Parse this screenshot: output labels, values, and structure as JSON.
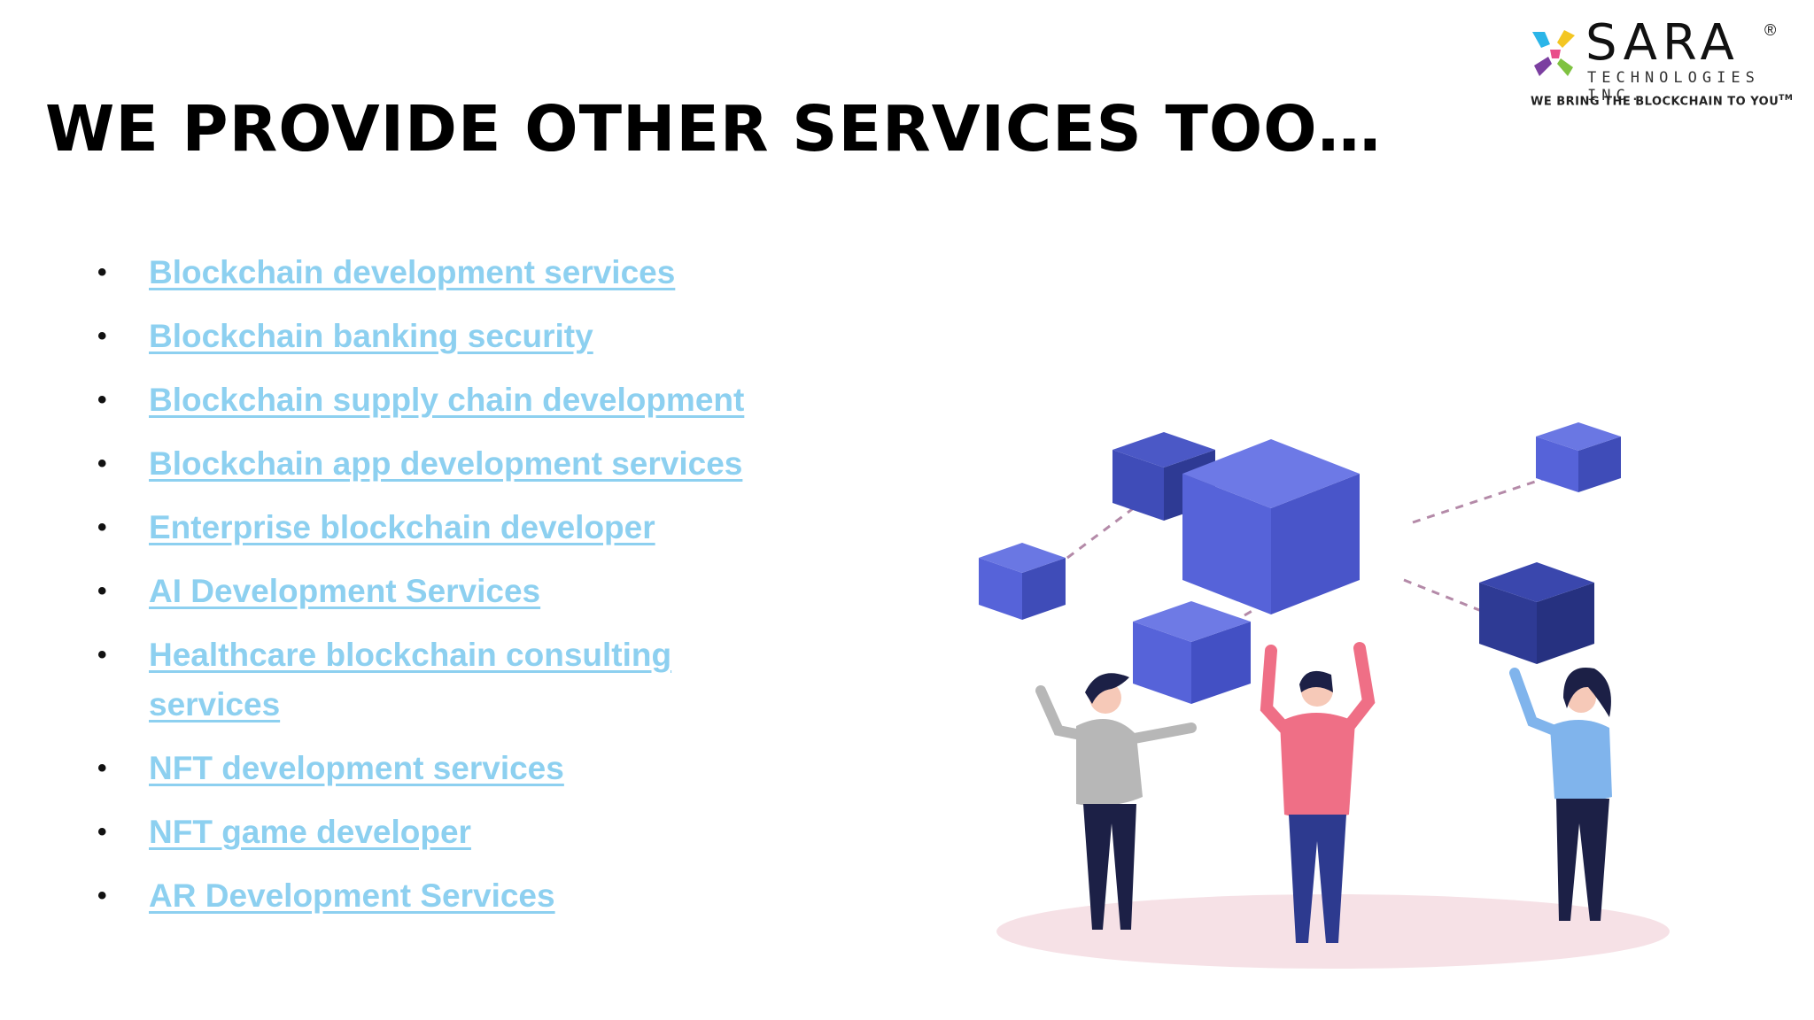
{
  "slide": {
    "title": "WE PROVIDE OTHER SERVICES TOO…"
  },
  "logo": {
    "name": "SARA",
    "registered": "®",
    "subtitle": "TECHNOLOGIES INC.",
    "tagline": "WE BRING THE BLOCKCHAIN TO YOU",
    "tagline_mark": "TM",
    "mark_colors": [
      "#e94e8a",
      "#2bb5e8",
      "#f3c623",
      "#7fc241",
      "#7b3fa0"
    ]
  },
  "services": [
    "Blockchain development services",
    "Blockchain banking security",
    "Blockchain supply chain development",
    "Blockchain app development services",
    "Enterprise blockchain developer",
    "AI Development Services",
    "Healthcare blockchain consulting services",
    "NFT development services",
    "NFT game developer",
    "AR Development Services"
  ],
  "colors": {
    "link": "#8dd0f0",
    "cube_light": "#5663d9",
    "cube_dark": "#2e3a94",
    "person_left_top": "#b7b7b7",
    "person_center_top": "#ef6f86",
    "person_right_top": "#80b4ec",
    "ground": "#f6e1e6"
  }
}
